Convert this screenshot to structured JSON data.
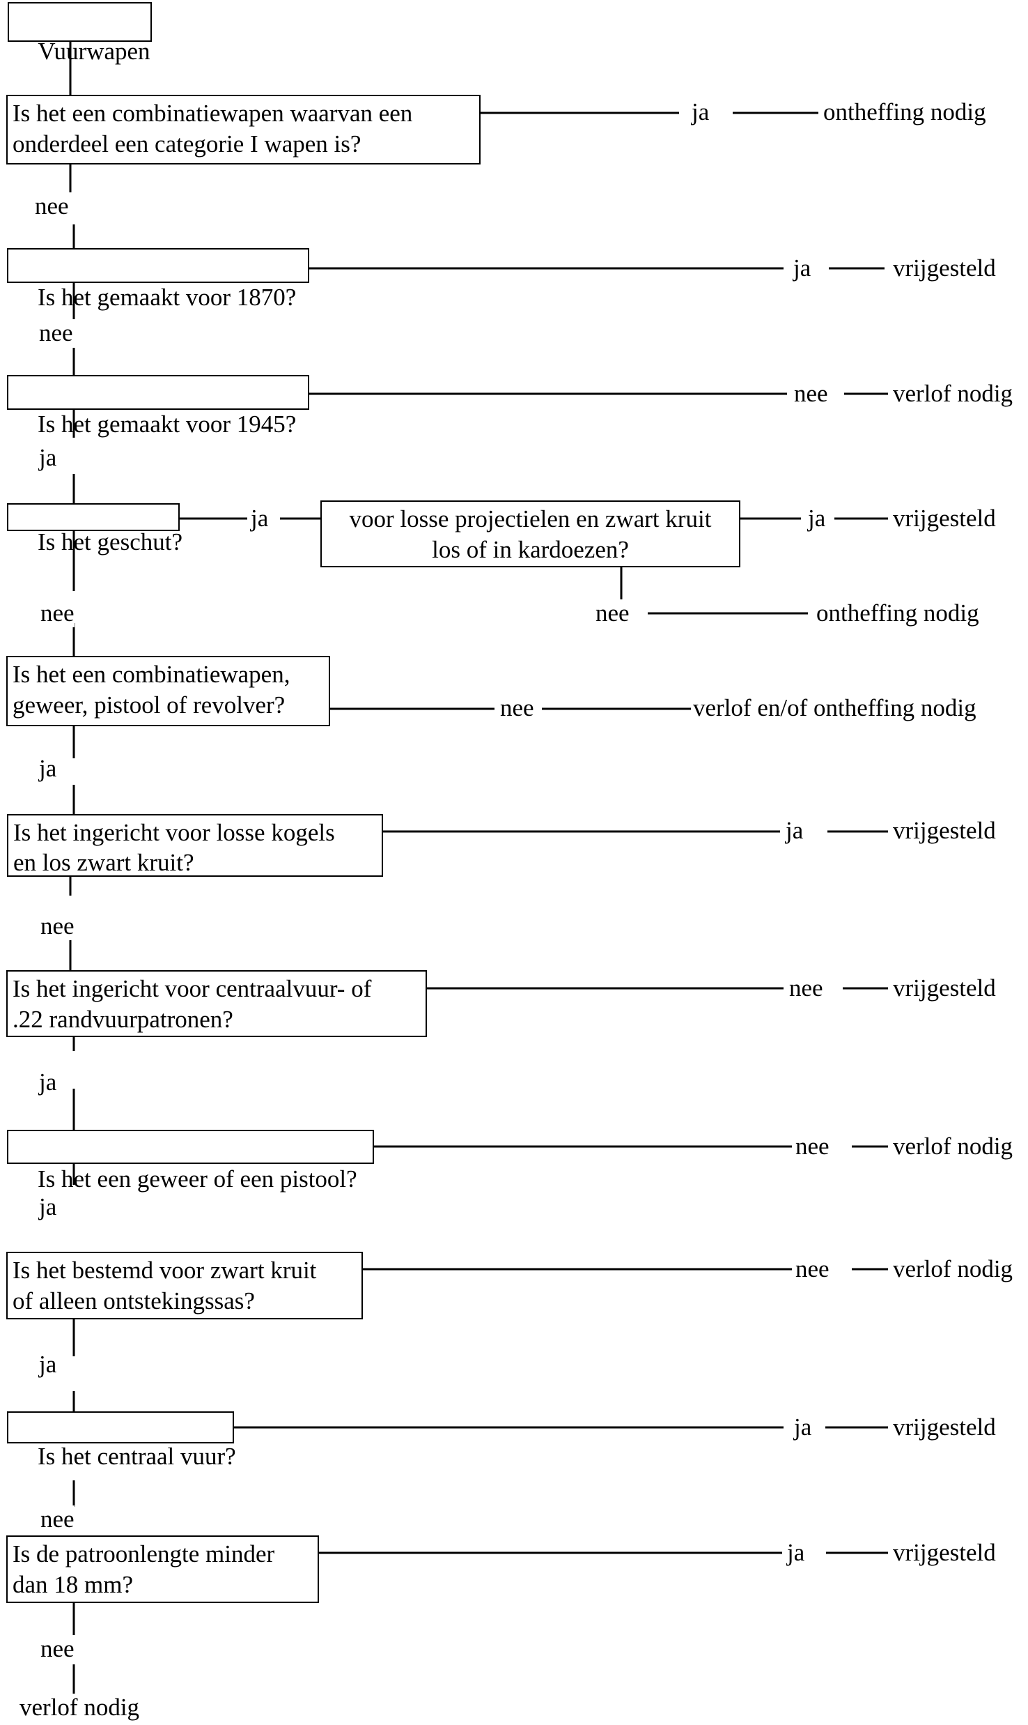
{
  "start": "Vuurwapen",
  "q1": {
    "line1": "Is het een combinatiewapen waarvan een",
    "line2": "onderdeel een categorie I wapen is?",
    "yes": "ja",
    "yes_result": "ontheffing nodig",
    "no": "nee"
  },
  "q2": {
    "text": "Is het gemaakt voor 1870?",
    "yes": "ja",
    "yes_result": "vrijgesteld",
    "no": "nee"
  },
  "q3": {
    "text": "Is het gemaakt voor 1945?",
    "no": "nee",
    "no_result": "verlof nodig",
    "yes": "ja"
  },
  "q4": {
    "text": "Is het geschut?",
    "yes": "ja",
    "no": "nee",
    "sub": {
      "line1": "voor losse projectielen en zwart kruit",
      "line2": "los of in kardoezen?",
      "yes": "ja",
      "yes_result": "vrijgesteld",
      "no": "nee",
      "no_result": "ontheffing nodig"
    }
  },
  "q5": {
    "line1": "Is het een combinatiewapen,",
    "line2": "geweer, pistool of revolver?",
    "no": "nee",
    "no_result": "verlof en/of ontheffing nodig",
    "yes": "ja"
  },
  "q6": {
    "line1": "Is het ingericht voor losse kogels",
    "line2": "en los zwart kruit?",
    "yes": "ja",
    "yes_result": "vrijgesteld",
    "no": "nee"
  },
  "q7": {
    "line1": "Is het ingericht voor centraalvuur- of",
    "line2": ".22 randvuurpatronen?",
    "no": "nee",
    "no_result": "vrijgesteld",
    "yes": "ja"
  },
  "q8": {
    "text": "Is het een geweer of een pistool?",
    "no": "nee",
    "no_result": "verlof nodig",
    "yes": "ja"
  },
  "q9": {
    "line1": "Is het bestemd voor zwart kruit",
    "line2": "of alleen ontstekingssas?",
    "no": "nee",
    "no_result": "verlof nodig",
    "yes": "ja"
  },
  "q10": {
    "text": "Is het centraal vuur?",
    "yes": "ja",
    "yes_result": "vrijgesteld",
    "no": "nee"
  },
  "q11": {
    "line1": "Is de patroonlengte minder",
    "line2": "dan 18 mm?",
    "yes": "ja",
    "yes_result": "vrijgesteld",
    "no": "nee",
    "no_result": "verlof nodig"
  }
}
